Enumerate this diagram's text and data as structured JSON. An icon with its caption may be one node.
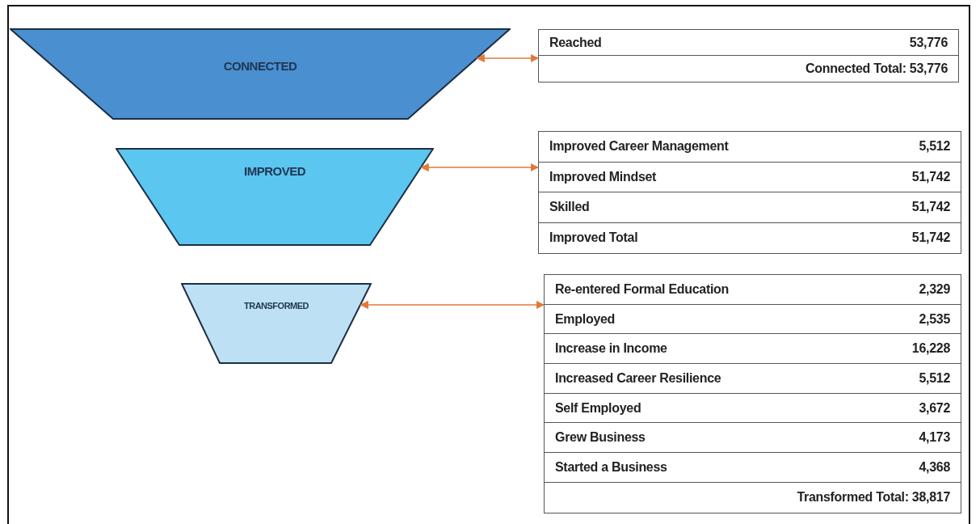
{
  "diagram": {
    "nodes": [
      {
        "text": [
          "CONNECTED"
        ]
      },
      {
        "text": [
          "Reached",
          "53,776",
          "Connected Total: 53,776"
        ]
      },
      {
        "text": [
          "IMPROVED"
        ]
      },
      {
        "text": [
          "Improved Career Management",
          "5,512",
          "Improved Mindset",
          "51,742",
          "Skilled",
          "51,742",
          "Improved Total",
          "51,742"
        ]
      },
      {
        "text": [
          "TRANSFORMED"
        ]
      },
      {
        "text": [
          "Re-entered Formal Education",
          "2,329",
          "Employed",
          "2,535",
          "Increase in Income",
          "16,228",
          "Increased Career Resilience",
          "5,512",
          "Self Employed",
          "3,672",
          "Grew Business",
          "4,173",
          "Started a Business",
          "4,368",
          "Transformed Total: 38,817"
        ]
      }
    ],
    "edges": [
      {
        "from": 0,
        "to": 1,
        "arrow": "both"
      },
      {
        "from": 2,
        "to": 3,
        "arrow": "both"
      },
      {
        "from": 4,
        "to": 5,
        "arrow": "both"
      }
    ]
  }
}
